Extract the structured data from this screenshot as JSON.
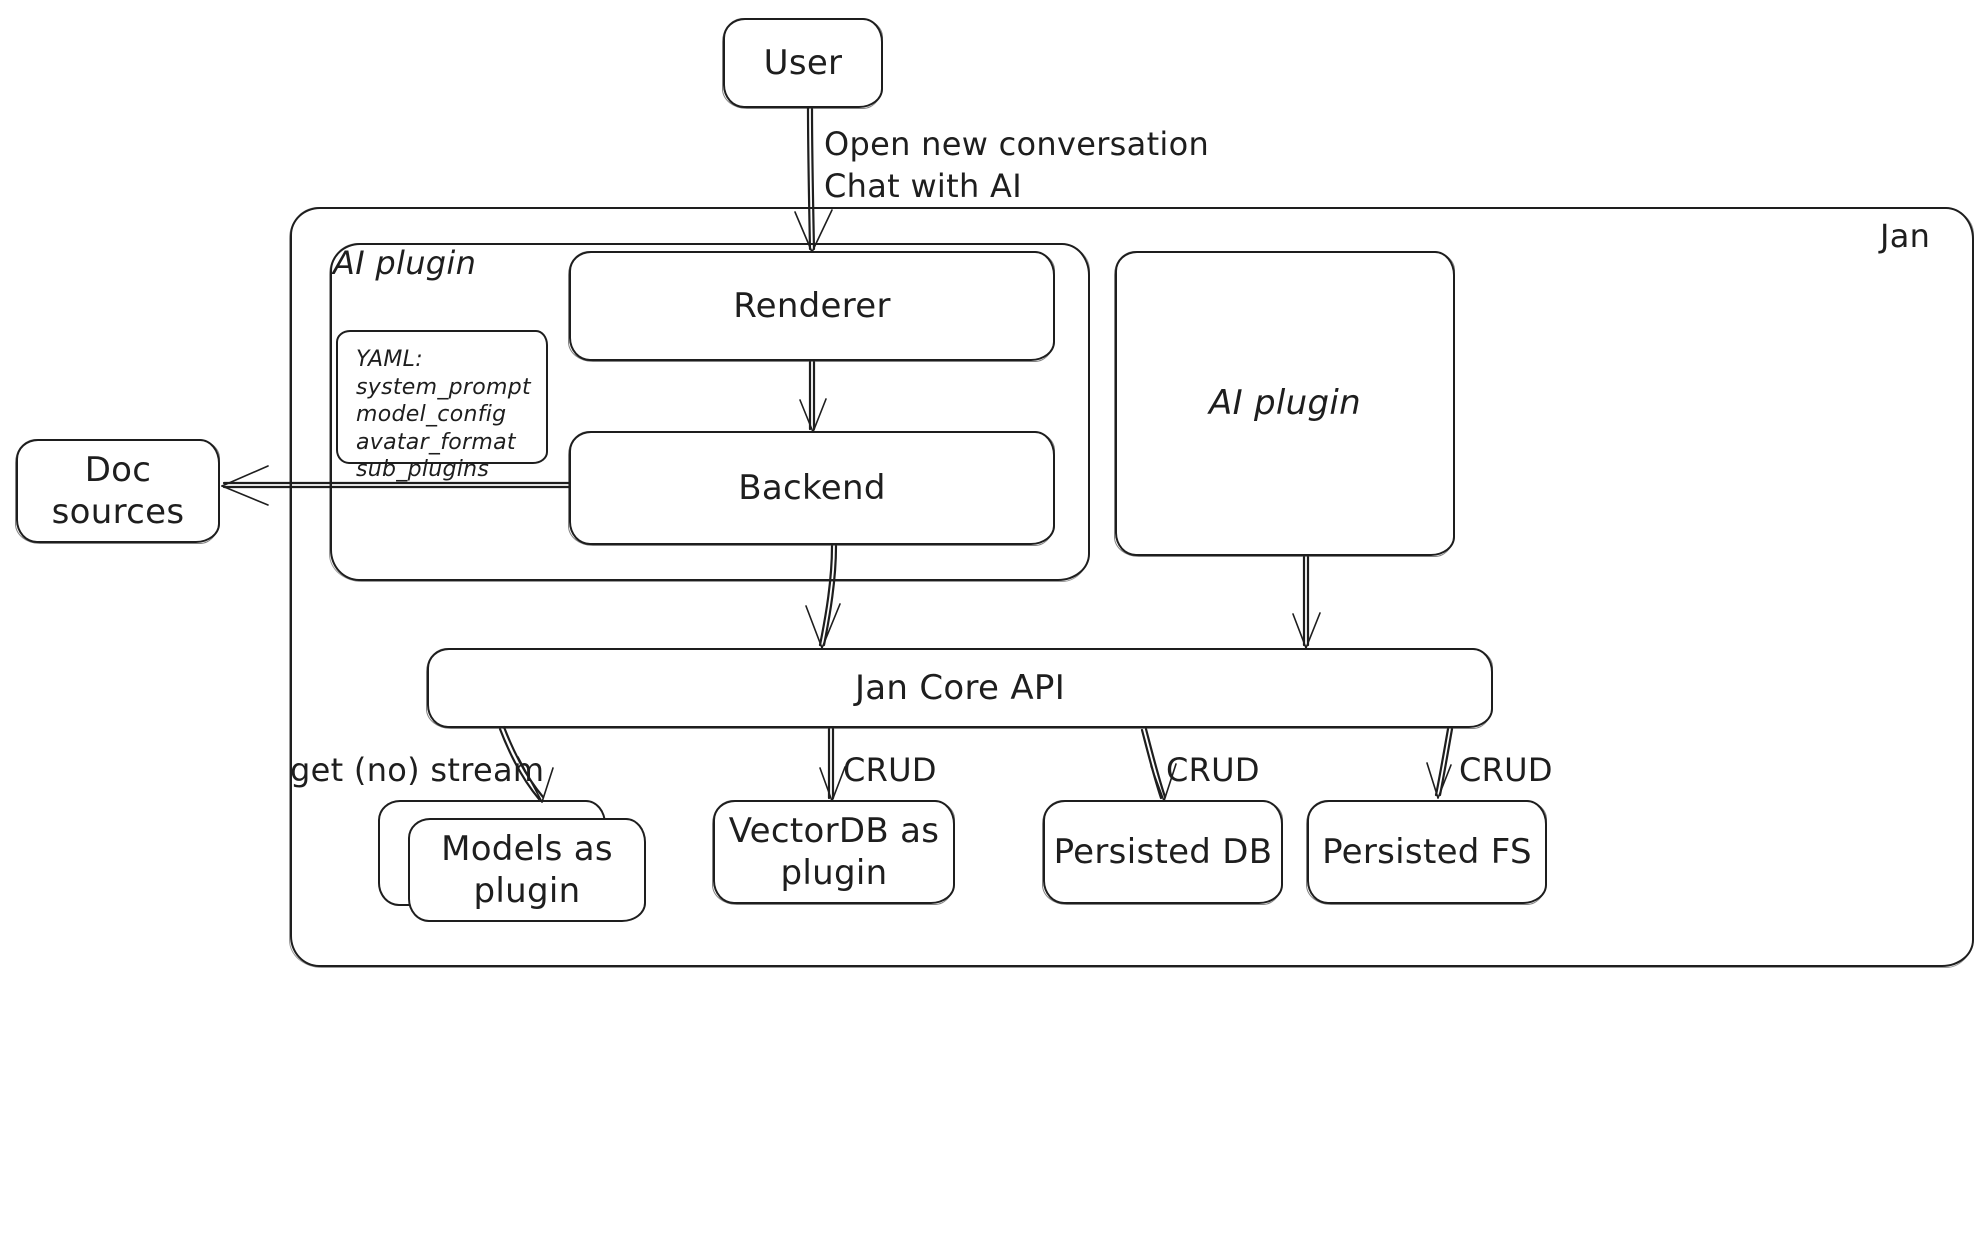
{
  "diagram": {
    "title": "Jan architecture",
    "style": "hand-drawn",
    "stroke_color": "#1e1e1e",
    "background_color": "#ffffff"
  },
  "nodes": {
    "user": {
      "label": "User"
    },
    "jan_container": {
      "label": "Jan"
    },
    "ai_plugin_group": {
      "label": "AI plugin"
    },
    "renderer": {
      "label": "Renderer"
    },
    "backend": {
      "label": "Backend"
    },
    "ai_plugin_right": {
      "label": "AI plugin"
    },
    "doc_sources": {
      "label": "Doc sources"
    },
    "jan_core_api": {
      "label": "Jan Core API"
    },
    "models_as_plugin": {
      "label": "Models as\nplugin"
    },
    "vectordb_as_plugin": {
      "label": "VectorDB as\nplugin"
    },
    "persisted_db": {
      "label": "Persisted DB"
    },
    "persisted_fs": {
      "label": "Persisted FS"
    }
  },
  "yaml_card": {
    "heading": "YAML:",
    "items": [
      "system_prompt",
      "model_config",
      "avatar_format",
      "sub_plugins"
    ]
  },
  "edge_labels": {
    "user_to_renderer": "Open new conversation\nChat with AI",
    "api_to_models": "get (no) stream",
    "api_to_vectordb": "CRUD",
    "api_to_persisted_db": "CRUD",
    "api_to_persisted_fs": "CRUD"
  }
}
